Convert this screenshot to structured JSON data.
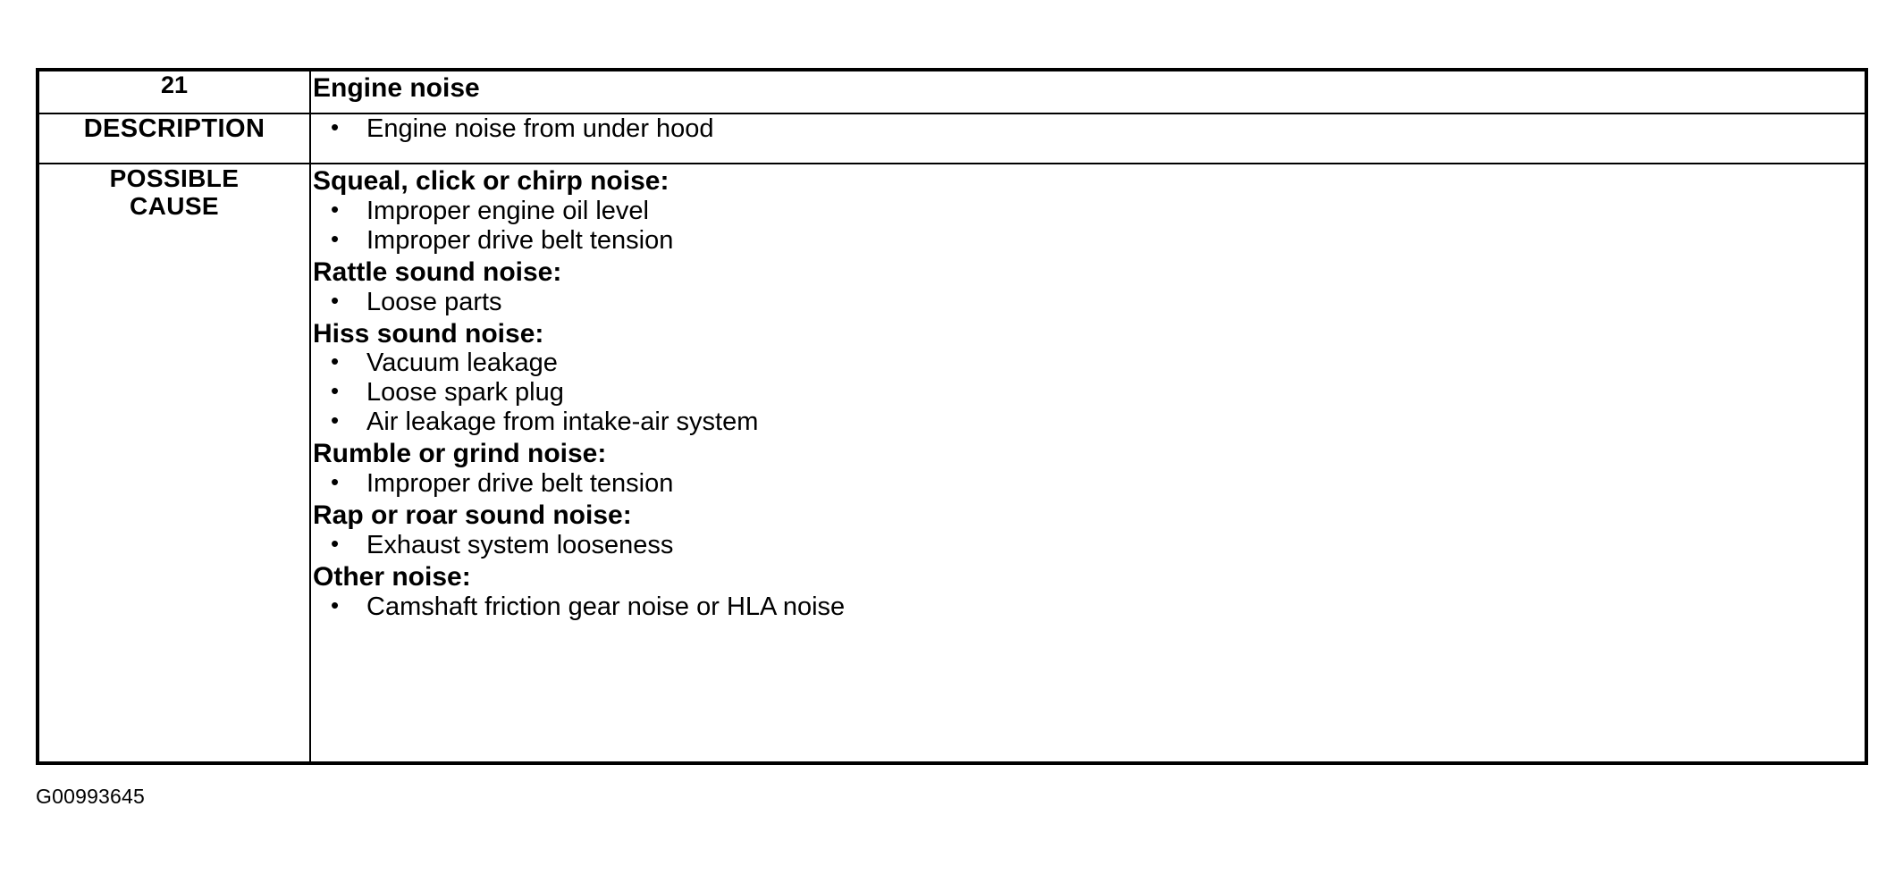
{
  "document": {
    "caption": "G00993645"
  },
  "table": {
    "code_row": {
      "code": "21",
      "title": "Engine noise"
    },
    "description_row": {
      "label": "DESCRIPTION",
      "items": [
        "Engine noise from under hood"
      ]
    },
    "possible_cause_row": {
      "label": "POSSIBLE\nCAUSE",
      "groups": [
        {
          "heading": "Squeal, click or chirp noise:",
          "items": [
            "Improper engine oil level",
            "Improper drive belt tension"
          ]
        },
        {
          "heading": "Rattle sound noise:",
          "items": [
            "Loose parts"
          ]
        },
        {
          "heading": "Hiss sound noise:",
          "items": [
            "Vacuum leakage",
            "Loose spark plug",
            "Air leakage from intake-air system"
          ]
        },
        {
          "heading": "Rumble or grind noise:",
          "items": [
            "Improper drive belt tension"
          ]
        },
        {
          "heading": "Rap or roar sound noise:",
          "items": [
            "Exhaust system looseness"
          ]
        },
        {
          "heading": "Other noise:",
          "items": [
            "Camshaft friction gear noise or HLA noise"
          ]
        }
      ]
    }
  },
  "colors": {
    "ink": "#000000",
    "paper": "#ffffff"
  }
}
